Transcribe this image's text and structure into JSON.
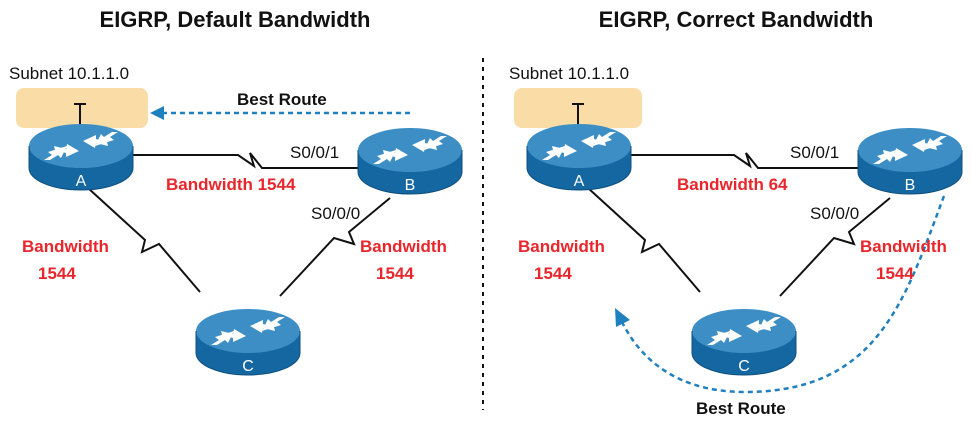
{
  "colors": {
    "bandwidth_text": "#e8262b",
    "subnet_fill": "#f9dca6",
    "router_top": "#3c8ec4",
    "router_side": "#1467a0",
    "best_route": "#1f80c0"
  },
  "left": {
    "title": "EIGRP, Default Bandwidth",
    "subnet_label": "Subnet 10.1.1.0",
    "best_route_label": "Best Route",
    "routers": {
      "a": "A",
      "b": "B",
      "c": "C"
    },
    "iface_s001": "S0/0/1",
    "iface_s000": "S0/0/0",
    "ab_bandwidth": "Bandwidth 1544",
    "ac_bandwidth": [
      "Bandwidth",
      "1544"
    ],
    "bc_bandwidth": [
      "Bandwidth",
      "1544"
    ]
  },
  "right": {
    "title": "EIGRP, Correct Bandwidth",
    "subnet_label": "Subnet 10.1.1.0",
    "best_route_label": "Best Route",
    "routers": {
      "a": "A",
      "b": "B",
      "c": "C"
    },
    "iface_s001": "S0/0/1",
    "iface_s000": "S0/0/0",
    "ab_bandwidth": "Bandwidth 64",
    "ac_bandwidth": [
      "Bandwidth",
      "1544"
    ],
    "bc_bandwidth": [
      "Bandwidth",
      "1544"
    ]
  }
}
